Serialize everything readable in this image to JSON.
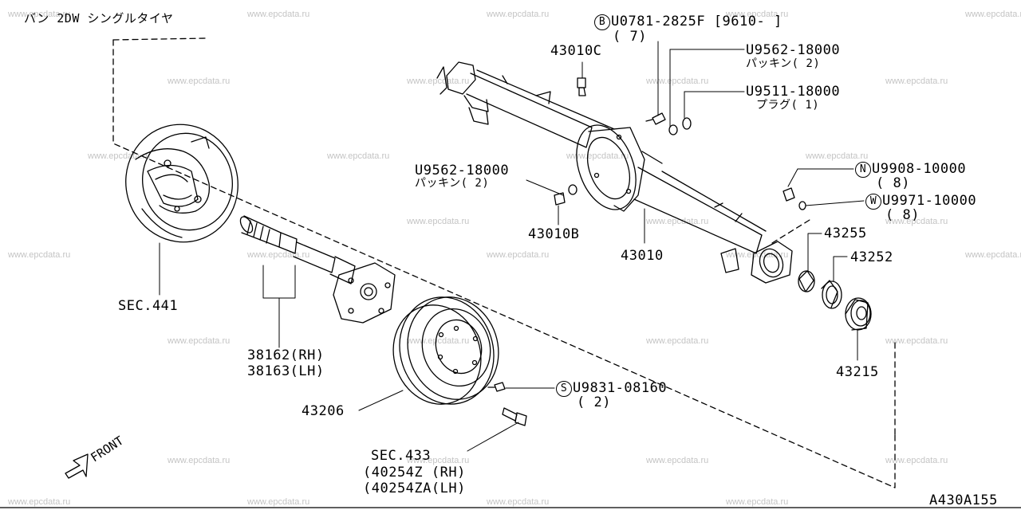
{
  "diagram_code": "A430A155",
  "title_note": "バン  2DW シングルタイヤ",
  "front_label": "FRONT",
  "watermark": "www.epcdata.ru",
  "callouts": {
    "c43010c": "43010C",
    "bolt_b_line1": "U0781-2825F [9610-    ]",
    "bolt_b_marker": "B",
    "bolt_b_line2": "( 7)",
    "packing_top_line1": "U9562-18000",
    "packing_top_line2": "パッキン( 2)",
    "plug_line1": "U9511-18000",
    "plug_line2": "プラグ( 1)",
    "packing_left_line1": "U9562-18000",
    "packing_left_line2": "パッキン( 2)",
    "c43010b": "43010B",
    "c43010": "43010",
    "nut_n_marker": "N",
    "nut_n_line1": "U9908-10000",
    "nut_n_line2": "( 8)",
    "washer_w_marker": "W",
    "washer_w_line1": "U9971-10000",
    "washer_w_line2": "( 8)",
    "c43255": "43255",
    "c43252": "43252",
    "c43215": "43215",
    "sec441": "SEC.441",
    "shaft_rh": "38162(RH)",
    "shaft_lh": "38163(LH)",
    "c43206": "43206",
    "screw_s_marker": "S",
    "screw_s_line1": "U9831-08160",
    "screw_s_line2": "( 2)",
    "sec433": "SEC.433",
    "bolt_rh": "(40254Z  (RH)",
    "bolt_lh": "(40254ZA(LH)"
  },
  "colors": {
    "line": "#000000",
    "watermark": "#c4c4c4",
    "background": "#ffffff"
  }
}
